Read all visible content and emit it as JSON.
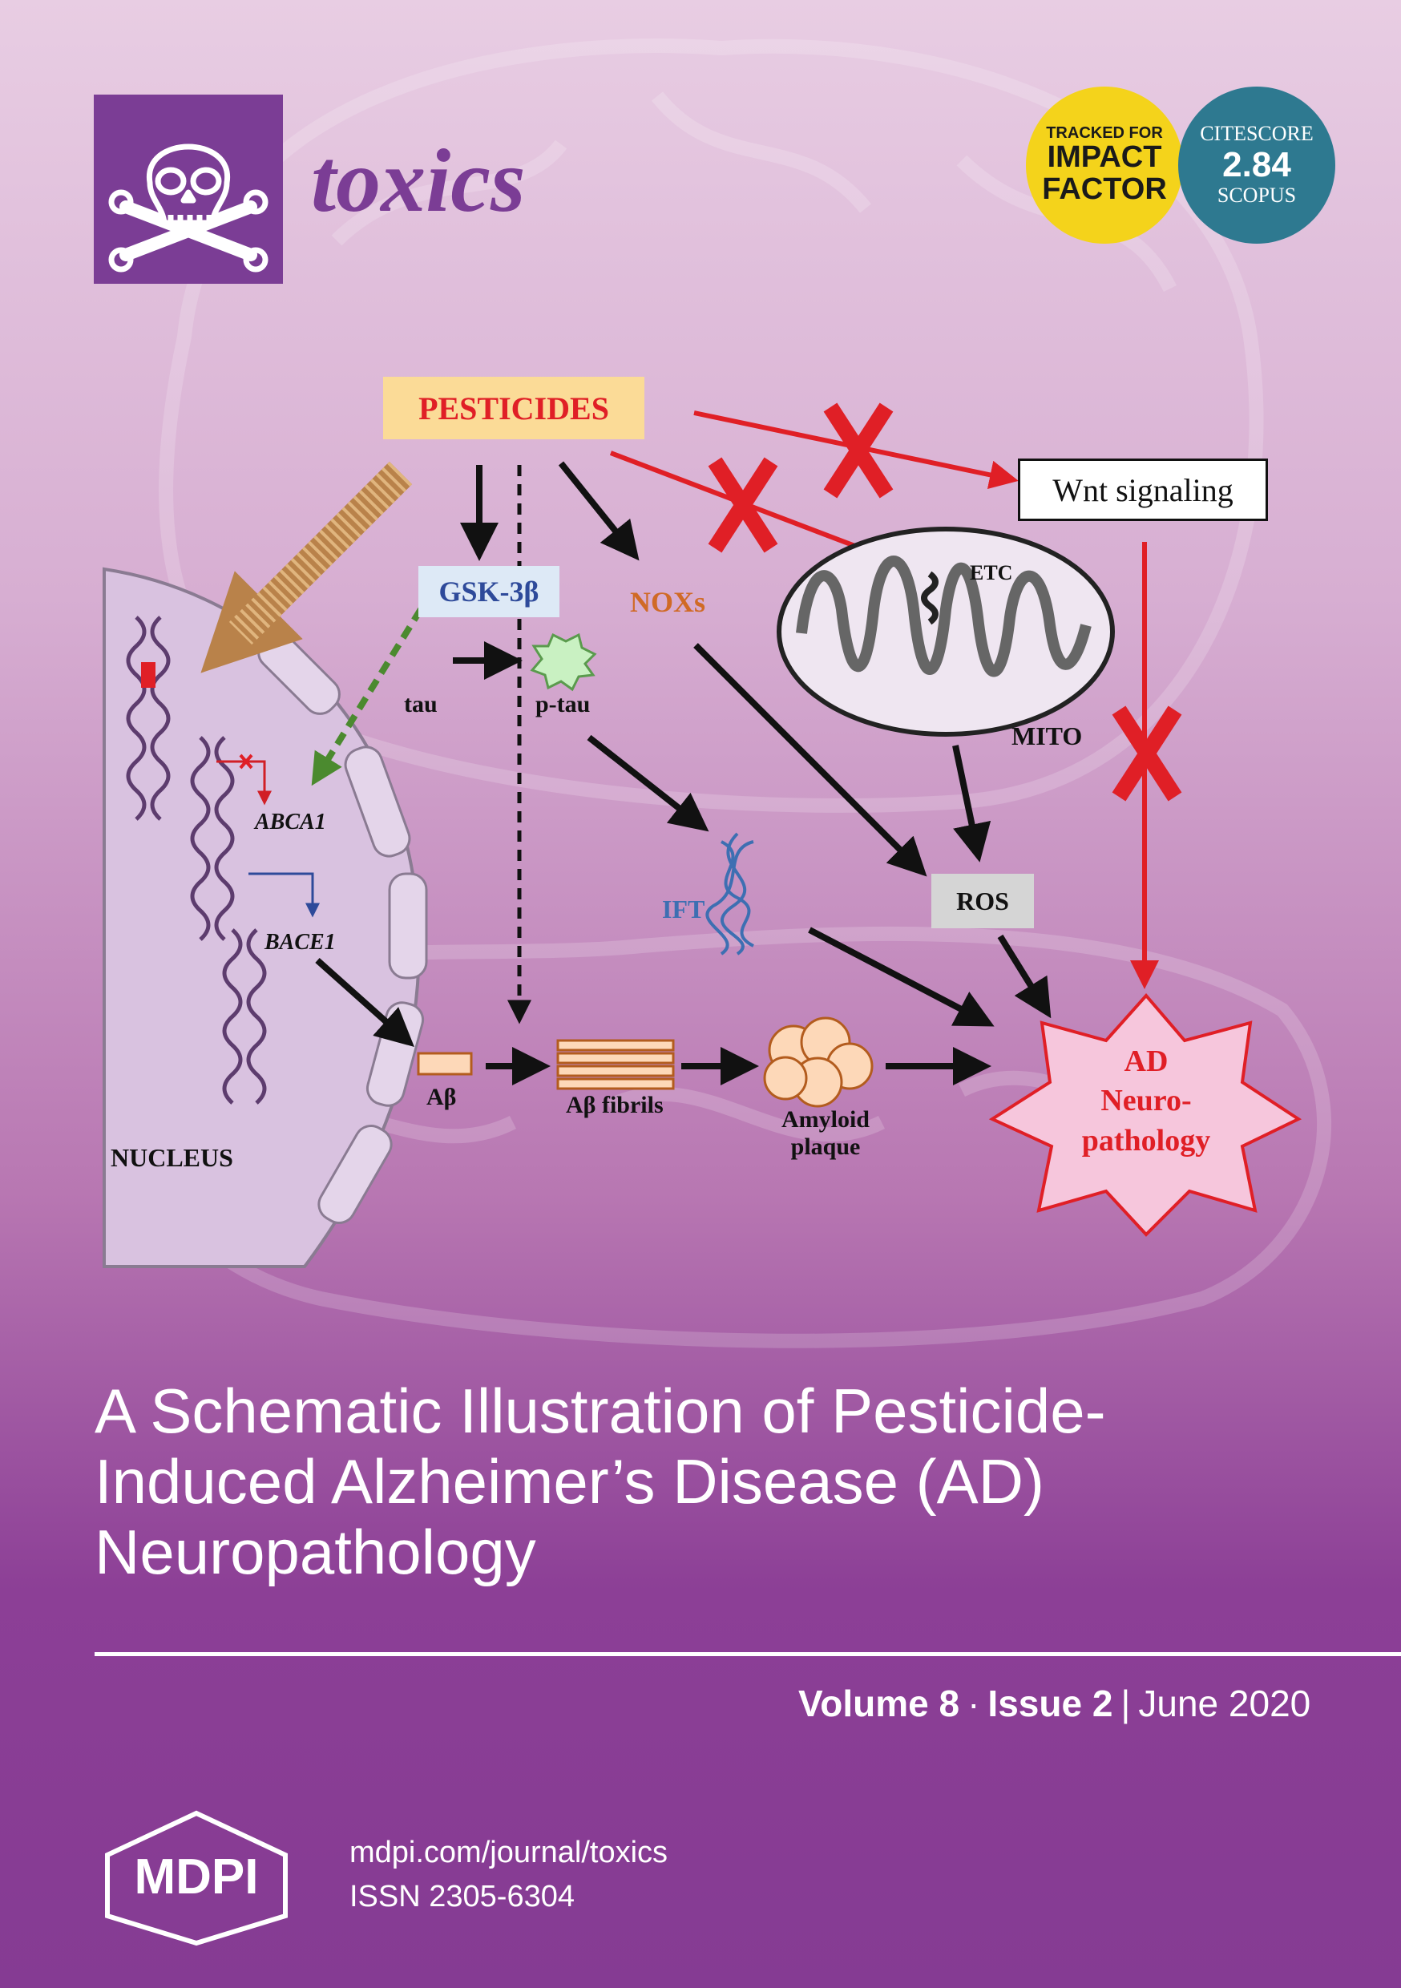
{
  "journal": {
    "name": "toxics"
  },
  "badges": {
    "impact": {
      "line1": "TRACKED FOR",
      "line2": "IMPACT",
      "line3": "FACTOR"
    },
    "citescore": {
      "line1": "CITESCORE",
      "value": "2.84",
      "line3": "SCOPUS"
    }
  },
  "diagram": {
    "pesticides": "PESTICIDES",
    "wnt": "Wnt signaling",
    "gsk": "GSK-3β",
    "noxs": "NOXs",
    "etc": "ETC",
    "mito": "MITO",
    "tau": "tau",
    "ptau": "p-tau",
    "abca1": "ABCA1",
    "bace1": "BACE1",
    "ift": "IFT",
    "ros": "ROS",
    "abeta": "Aβ",
    "abeta_fibrils": "Aβ fibrils",
    "amyloid_line1": "Amyloid",
    "amyloid_line2": "plaque",
    "nucleus": "NUCLEUS",
    "ad_line1": "AD",
    "ad_line2": "Neuro-",
    "ad_line3": "pathology"
  },
  "title": {
    "line1": "A Schematic Illustration of Pesticide-",
    "line2": "Induced Alzheimer’s Disease (AD)",
    "line3": "Neuropathology"
  },
  "issue": {
    "volume": "Volume 8",
    "dot": "·",
    "issue": "Issue 2",
    "bar": "|",
    "date": "June 2020"
  },
  "publisher": {
    "logo_text": "MDPI",
    "url": "mdpi.com/journal/toxics",
    "issn": "ISSN 2305-6304"
  },
  "colors": {
    "purple": "#7b3d95",
    "red": "#e01f26",
    "yellow": "#f4d31b",
    "teal": "#2e7990"
  }
}
